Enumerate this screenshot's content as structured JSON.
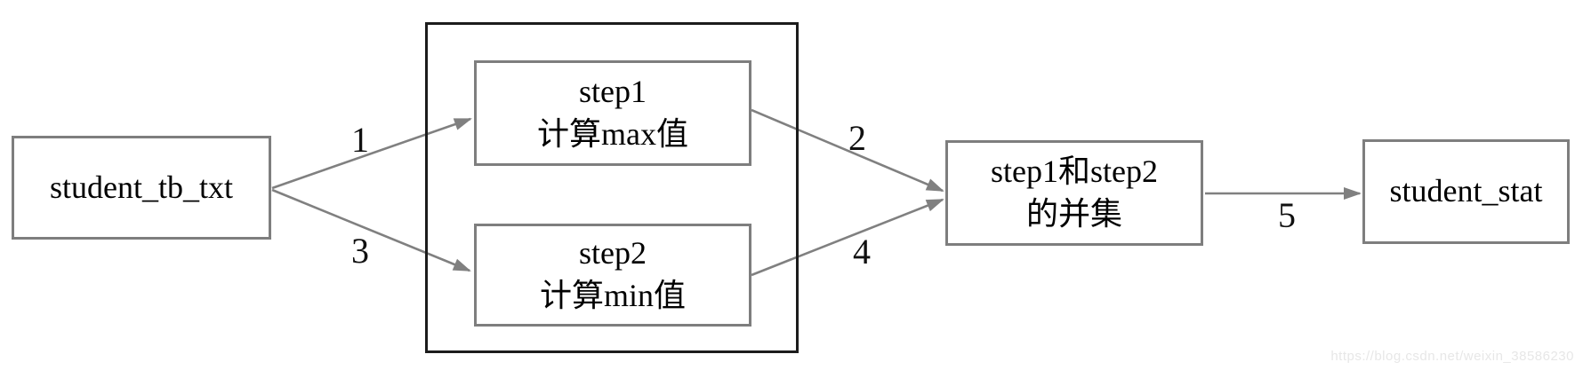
{
  "diagram": {
    "nodes": {
      "source": {
        "label": "student_tb_txt"
      },
      "step1": {
        "title": "step1",
        "subtitle": "计算max值"
      },
      "step2": {
        "title": "step2",
        "subtitle": "计算min值"
      },
      "union": {
        "title": "step1和step2",
        "subtitle": "的并集"
      },
      "sink": {
        "label": "student_stat"
      }
    },
    "edges": [
      {
        "label": "1",
        "from": "student_tb_txt",
        "to": "step1"
      },
      {
        "label": "2",
        "from": "step1",
        "to": "step1和step2的并集"
      },
      {
        "label": "3",
        "from": "student_tb_txt",
        "to": "step2"
      },
      {
        "label": "4",
        "from": "step2",
        "to": "step1和step2的并集"
      },
      {
        "label": "5",
        "from": "step1和step2的并集",
        "to": "student_stat"
      }
    ],
    "colors": {
      "node_border": "#7e7e7e",
      "group_border": "#1c1c1c",
      "arrow": "#808080",
      "text": "#000000",
      "watermark": "#e7e7e7"
    },
    "watermark": "https://blog.csdn.net/weixin_38586230"
  }
}
